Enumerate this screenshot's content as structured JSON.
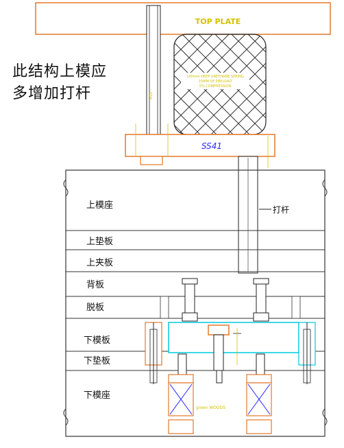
{
  "top_plate_label": "TOP PLATE",
  "spring_text": [
    "100mm DEEP URETHANE SPRING",
    "15MM OF PRELOAD",
    "5% COMPRESSION"
  ],
  "block_label": "SS41",
  "annotation": [
    "此结构上模应",
    "多增加打杆"
  ],
  "knockout_rod_label": "打杆",
  "plates": [
    "上模座",
    "上垫板",
    "上夹板",
    "背板",
    "脱板",
    "下模板",
    "下垫板",
    "下模座"
  ],
  "bottom_note": "green WOODS",
  "colors": {
    "orange": "#e2782a",
    "dim_yellow": "#d4c000",
    "cyan": "#00c8e0",
    "lines": "#222222"
  }
}
